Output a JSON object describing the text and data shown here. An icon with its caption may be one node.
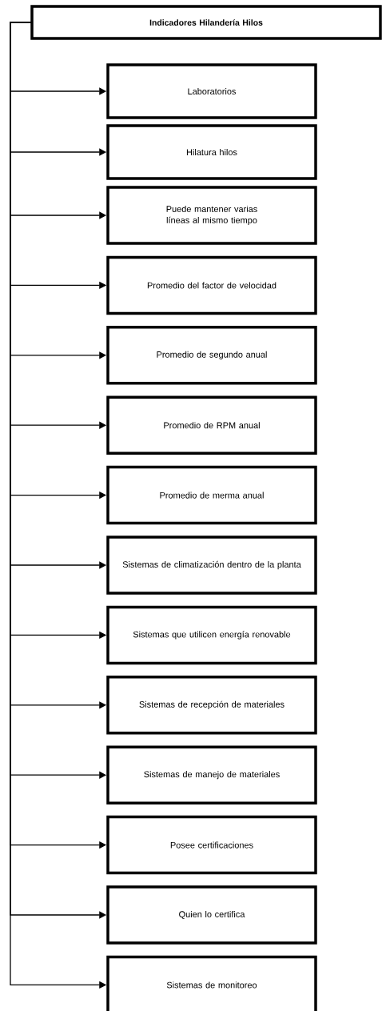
{
  "diagram": {
    "nodes": [
      {
        "text": [
          "Indicadores Hilandería Hilos"
        ]
      },
      {
        "text": [
          "Laboratorios"
        ]
      },
      {
        "text": [
          "Hilatura hilos"
        ]
      },
      {
        "text": [
          "Puede mantener varias líneas al mismo tiempo"
        ]
      },
      {
        "text": [
          "Promedio del factor de velocidad"
        ]
      },
      {
        "text": [
          "Promedio de segundo anual"
        ]
      },
      {
        "text": [
          "Promedio de RPM anual"
        ]
      },
      {
        "text": [
          "Promedio de merma anual"
        ]
      },
      {
        "text": [
          "Sistemas de climatización dentro de la planta"
        ]
      },
      {
        "text": [
          "Sistemas que utilicen energía renovable"
        ]
      },
      {
        "text": [
          "Sistemas de recepción de materiales"
        ]
      },
      {
        "text": [
          "Sistemas de manejo de materiales"
        ]
      },
      {
        "text": [
          "Posee certificaciones"
        ]
      },
      {
        "text": [
          "Quien lo certifica"
        ]
      },
      {
        "text": [
          "Sistemas de monitoreo"
        ]
      }
    ],
    "edges": [
      {
        "from": 0,
        "to": 1,
        "arrow": "to"
      },
      {
        "from": 0,
        "to": 2,
        "arrow": "to"
      },
      {
        "from": 0,
        "to": 3,
        "arrow": "to"
      },
      {
        "from": 0,
        "to": 4,
        "arrow": "to"
      },
      {
        "from": 0,
        "to": 5,
        "arrow": "to"
      },
      {
        "from": 0,
        "to": 6,
        "arrow": "to"
      },
      {
        "from": 0,
        "to": 7,
        "arrow": "to"
      },
      {
        "from": 0,
        "to": 8,
        "arrow": "to"
      },
      {
        "from": 0,
        "to": 9,
        "arrow": "to"
      },
      {
        "from": 0,
        "to": 10,
        "arrow": "to"
      },
      {
        "from": 0,
        "to": 11,
        "arrow": "to"
      },
      {
        "from": 0,
        "to": 12,
        "arrow": "to"
      },
      {
        "from": 0,
        "to": 13,
        "arrow": "to"
      },
      {
        "from": 0,
        "to": 14,
        "arrow": "to"
      }
    ]
  }
}
